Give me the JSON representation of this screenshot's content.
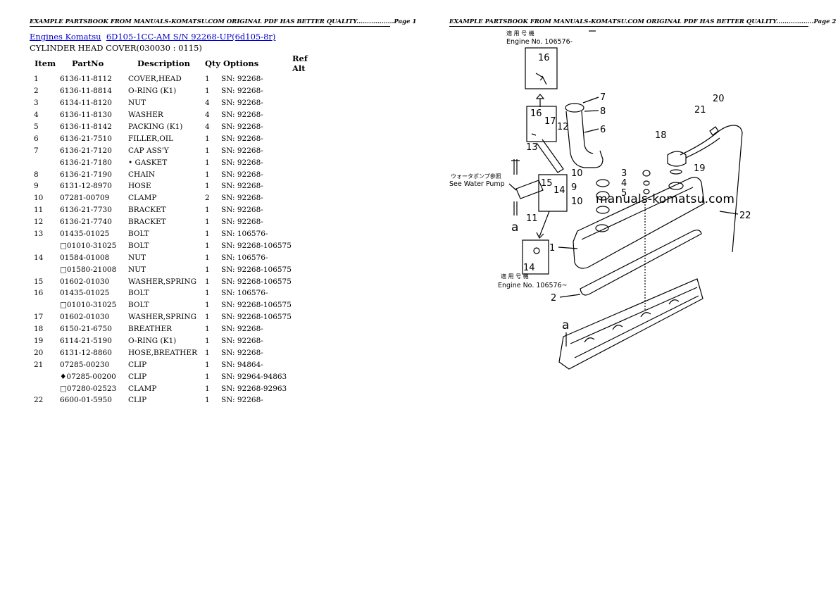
{
  "header": {
    "page1": "EXAMPLE PARTSBOOK FROM MANUALS-KOMATSU.COM ORIGINAL PDF HAS BETTER QUALITY..................Page 1",
    "page2": "EXAMPLE PARTSBOOK FROM MANUALS-KOMATSU.COM ORIGINAL PDF HAS BETTER QUALITY..................Page 2"
  },
  "breadcrumb": {
    "link1": "Engines Komatsu",
    "link2": "6D105-1CC-AM S/N 92268-UP(6d105-8r)"
  },
  "subtitle": "CYLINDER HEAD COVER(030030 : 0115)",
  "table": {
    "headers": [
      "Item",
      "PartNo",
      "Description",
      "Qty",
      "Options",
      "Ref Alt"
    ],
    "rows": [
      [
        "1",
        "6136-11-8112",
        "COVER,HEAD",
        "1",
        "SN: 92268-",
        ""
      ],
      [
        "2",
        "6136-11-8814",
        "O-RING (K1)",
        "1",
        "SN: 92268-",
        ""
      ],
      [
        "3",
        "6134-11-8120",
        "NUT",
        "4",
        "SN: 92268-",
        ""
      ],
      [
        "4",
        "6136-11-8130",
        "WASHER",
        "4",
        "SN: 92268-",
        ""
      ],
      [
        "5",
        "6136-11-8142",
        "PACKING (K1)",
        "4",
        "SN: 92268-",
        ""
      ],
      [
        "6",
        "6136-21-7510",
        "FILLER,OIL",
        "1",
        "SN: 92268-",
        ""
      ],
      [
        "7",
        "6136-21-7120",
        "CAP ASS'Y",
        "1",
        "SN: 92268-",
        ""
      ],
      [
        "",
        "6136-21-7180",
        "• GASKET",
        "1",
        "SN: 92268-",
        ""
      ],
      [
        "8",
        "6136-21-7190",
        "CHAIN",
        "1",
        "SN: 92268-",
        ""
      ],
      [
        "9",
        "6131-12-8970",
        "HOSE",
        "1",
        "SN: 92268-",
        ""
      ],
      [
        "10",
        "07281-00709",
        "CLAMP",
        "2",
        "SN: 92268-",
        ""
      ],
      [
        "11",
        "6136-21-7730",
        "BRACKET",
        "1",
        "SN: 92268-",
        ""
      ],
      [
        "12",
        "6136-21-7740",
        "BRACKET",
        "1",
        "SN: 92268-",
        ""
      ],
      [
        "13",
        "01435-01025",
        "BOLT",
        "1",
        "SN: 106576-",
        ""
      ],
      [
        "",
        "□01010-31025",
        "BOLT",
        "1",
        "SN: 92268-106575",
        ""
      ],
      [
        "14",
        "01584-01008",
        "NUT",
        "1",
        "SN: 106576-",
        ""
      ],
      [
        "",
        "□01580-21008",
        "NUT",
        "1",
        "SN: 92268-106575",
        ""
      ],
      [
        "15",
        "01602-01030",
        "WASHER,SPRING",
        "1",
        "SN: 92268-106575",
        ""
      ],
      [
        "16",
        "01435-01025",
        "BOLT",
        "1",
        "SN: 106576-",
        ""
      ],
      [
        "",
        "□01010-31025",
        "BOLT",
        "1",
        "SN: 92268-106575",
        ""
      ],
      [
        "17",
        "01602-01030",
        "WASHER,SPRING",
        "1",
        "SN: 92268-106575",
        ""
      ],
      [
        "18",
        "6150-21-6750",
        "BREATHER",
        "1",
        "SN: 92268-",
        ""
      ],
      [
        "19",
        "6114-21-5190",
        "O-RING (K1)",
        "1",
        "SN: 92268-",
        ""
      ],
      [
        "20",
        "6131-12-8860",
        "HOSE,BREATHER",
        "1",
        "SN: 92268-",
        ""
      ],
      [
        "21",
        "07285-00230",
        "CLIP",
        "1",
        "SN: 94864-",
        ""
      ],
      [
        "",
        "♦07285-00200",
        "CLIP",
        "1",
        "SN: 92964-94863",
        ""
      ],
      [
        "",
        "□07280-02523",
        "CLAMP",
        "1",
        "SN: 92268-92963",
        ""
      ],
      [
        "22",
        "6600-01-5950",
        "CLIP",
        "1",
        "SN: 92268-",
        ""
      ]
    ]
  },
  "diagram": {
    "watermark": "manuals-komatsu.com",
    "jp_applicable": "適 用 号 機",
    "engine_no_new": "Engine No. 106576-",
    "engine_no_bottom": "Engine No. 106576~",
    "jp_water_pump": "ウォータポンプ参照",
    "see_water_pump": "See Water Pump",
    "label_a": "a",
    "callouts": [
      "16",
      "7",
      "8",
      "6",
      "20",
      "21",
      "16",
      "17",
      "12",
      "18",
      "19",
      "13",
      "3",
      "4",
      "5",
      "15",
      "14",
      "10",
      "9",
      "10",
      "11",
      "22",
      "1",
      "14",
      "2",
      "a"
    ]
  }
}
